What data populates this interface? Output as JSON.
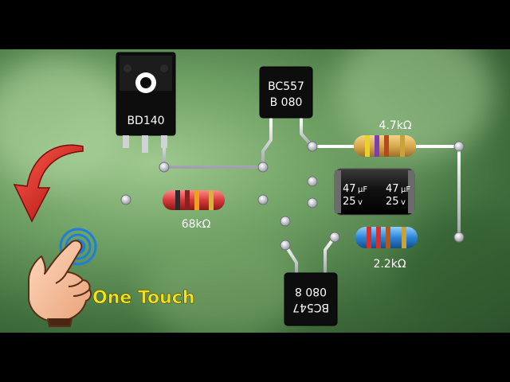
{
  "components": {
    "q1_label": "BD140",
    "q2_label_line1": "BC557",
    "q2_label_line2": "B  080",
    "q3_label_line1": "080  8",
    "q3_label_line2": "BC547",
    "r1_label": "68kΩ",
    "r2_label": "4.7kΩ",
    "r3_label": "2.2kΩ",
    "cap_left_value": "47",
    "cap_left_unit": "μF",
    "cap_left_voltage": "25",
    "cap_left_vunit": "v",
    "cap_right_value": "47",
    "cap_right_unit": "μF",
    "cap_right_voltage": "25",
    "cap_right_vunit": "v"
  },
  "caption": "One Touch",
  "icons": {
    "arrow": "curved-arrow-icon",
    "hand": "pointing-hand-icon",
    "touch": "touch-waves-icon"
  },
  "colors": {
    "caption": "#f2e21a",
    "arrow": "#d61818",
    "touch_waves": "#1f7fd6",
    "wire": "#c9ccd1"
  }
}
